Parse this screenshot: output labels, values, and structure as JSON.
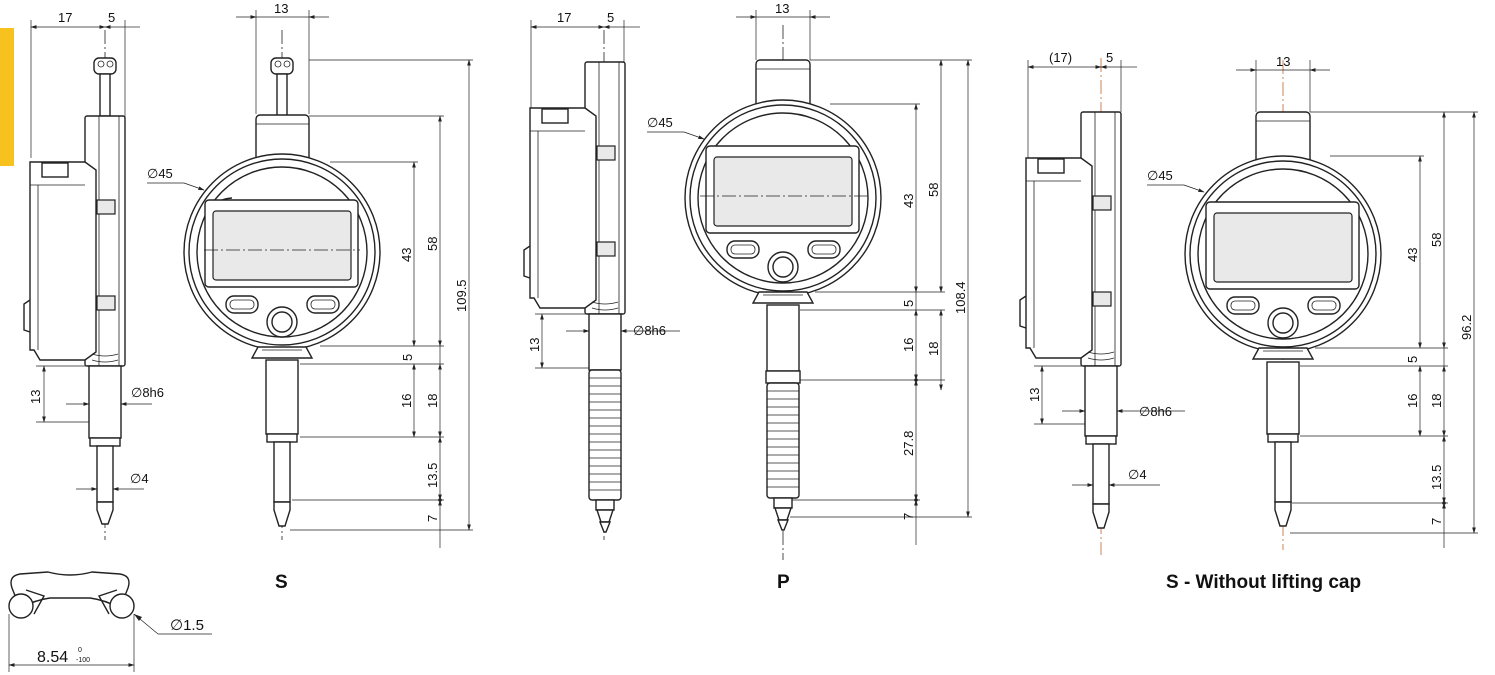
{
  "accent_color": "#f7c21e",
  "captions": {
    "standard": "S",
    "p_version": "P",
    "no_cap": "S - Without lifting cap"
  },
  "dims": {
    "w17": "17",
    "w17p": "(17)",
    "w5": "5",
    "w13": "13",
    "dia45": "45",
    "dia8": "8h6",
    "dia4": "4",
    "dia15": "1.5",
    "h43": "43",
    "h58": "58",
    "h5": "5",
    "h16": "16",
    "h18": "18",
    "h13": "13",
    "h135": "13.5",
    "h7": "7",
    "h1095": "109.5",
    "h1084": "108.4",
    "h278": "27.8",
    "h962": "96.2"
  },
  "profile": {
    "value": "8.54",
    "tol_upper": "0",
    "tol_lower": "-100"
  }
}
